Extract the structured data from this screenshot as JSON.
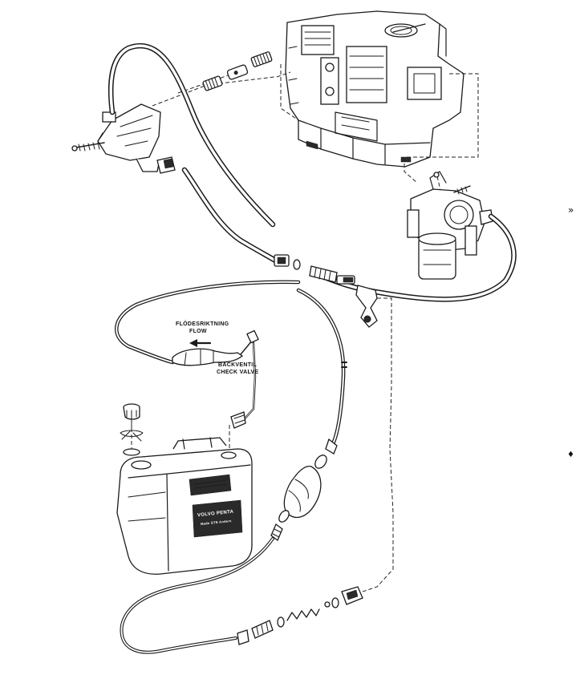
{
  "labels": {
    "flow_sv": "FLÖDESRIKTNING",
    "flow_en": "FLOW",
    "check_sv": "BACKVENTIL",
    "check_en": "CHECK VALVE",
    "tank_brand": "VOLVO PENTA",
    "tank_plate_line2": "Made GTE Anders",
    "margin_mark_top": "»",
    "margin_mark_bottom": "♦"
  }
}
